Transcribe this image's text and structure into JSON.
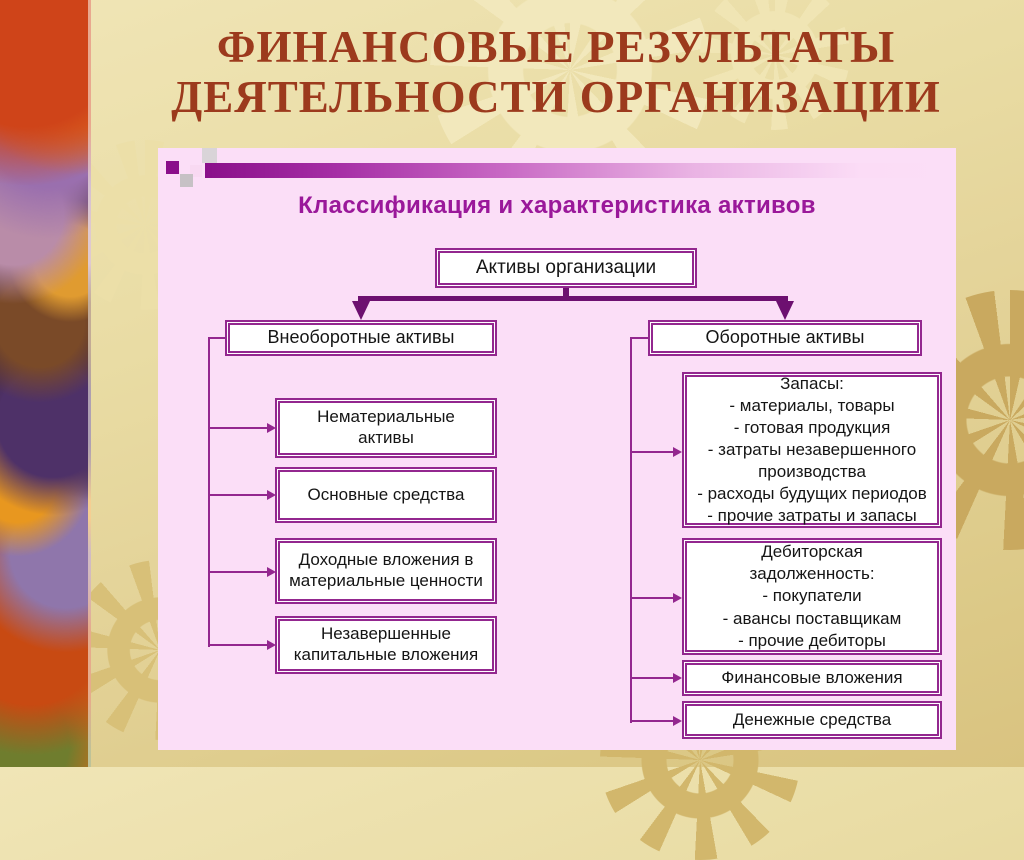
{
  "slide": {
    "title_line1": "ФИНАНСОВЫЕ РЕЗУЛЬТАТЫ",
    "title_line2": "ДЕЯТЕЛЬНОСТИ ОРГАНИЗАЦИИ",
    "heading": "Классификация и характеристика активов"
  },
  "diagram": {
    "root": "Активы организации",
    "branches": [
      {
        "label": "Внеоборотные активы",
        "children": [
          "Нематериальные\nактивы",
          "Основные средства",
          "Доходные вложения в\nматериальные ценности",
          "Незавершенные\nкапитальные вложения"
        ]
      },
      {
        "label": "Оборотные активы",
        "children": [
          "Запасы:\n- материалы, товары\n- готовая продукция\n- затраты незавершенного производства\n- расходы будущих периодов\n- прочие затраты и запасы",
          "Дебиторская\nзадолженность:\n- покупатели\n- авансы поставщикам\n- прочие дебиторы",
          "Финансовые вложения",
          "Денежные средства"
        ]
      }
    ]
  },
  "colors": {
    "title_text": "#9c3a1d",
    "heading_text": "#9a189a",
    "panel_background": "#fbdef7",
    "box_border": "#93278f",
    "thick_connector": "#6d1070",
    "thin_connector": "#93278f",
    "gradient_bar_start": "#8a0f8a",
    "slide_background_gold": "#e7d9a0"
  }
}
